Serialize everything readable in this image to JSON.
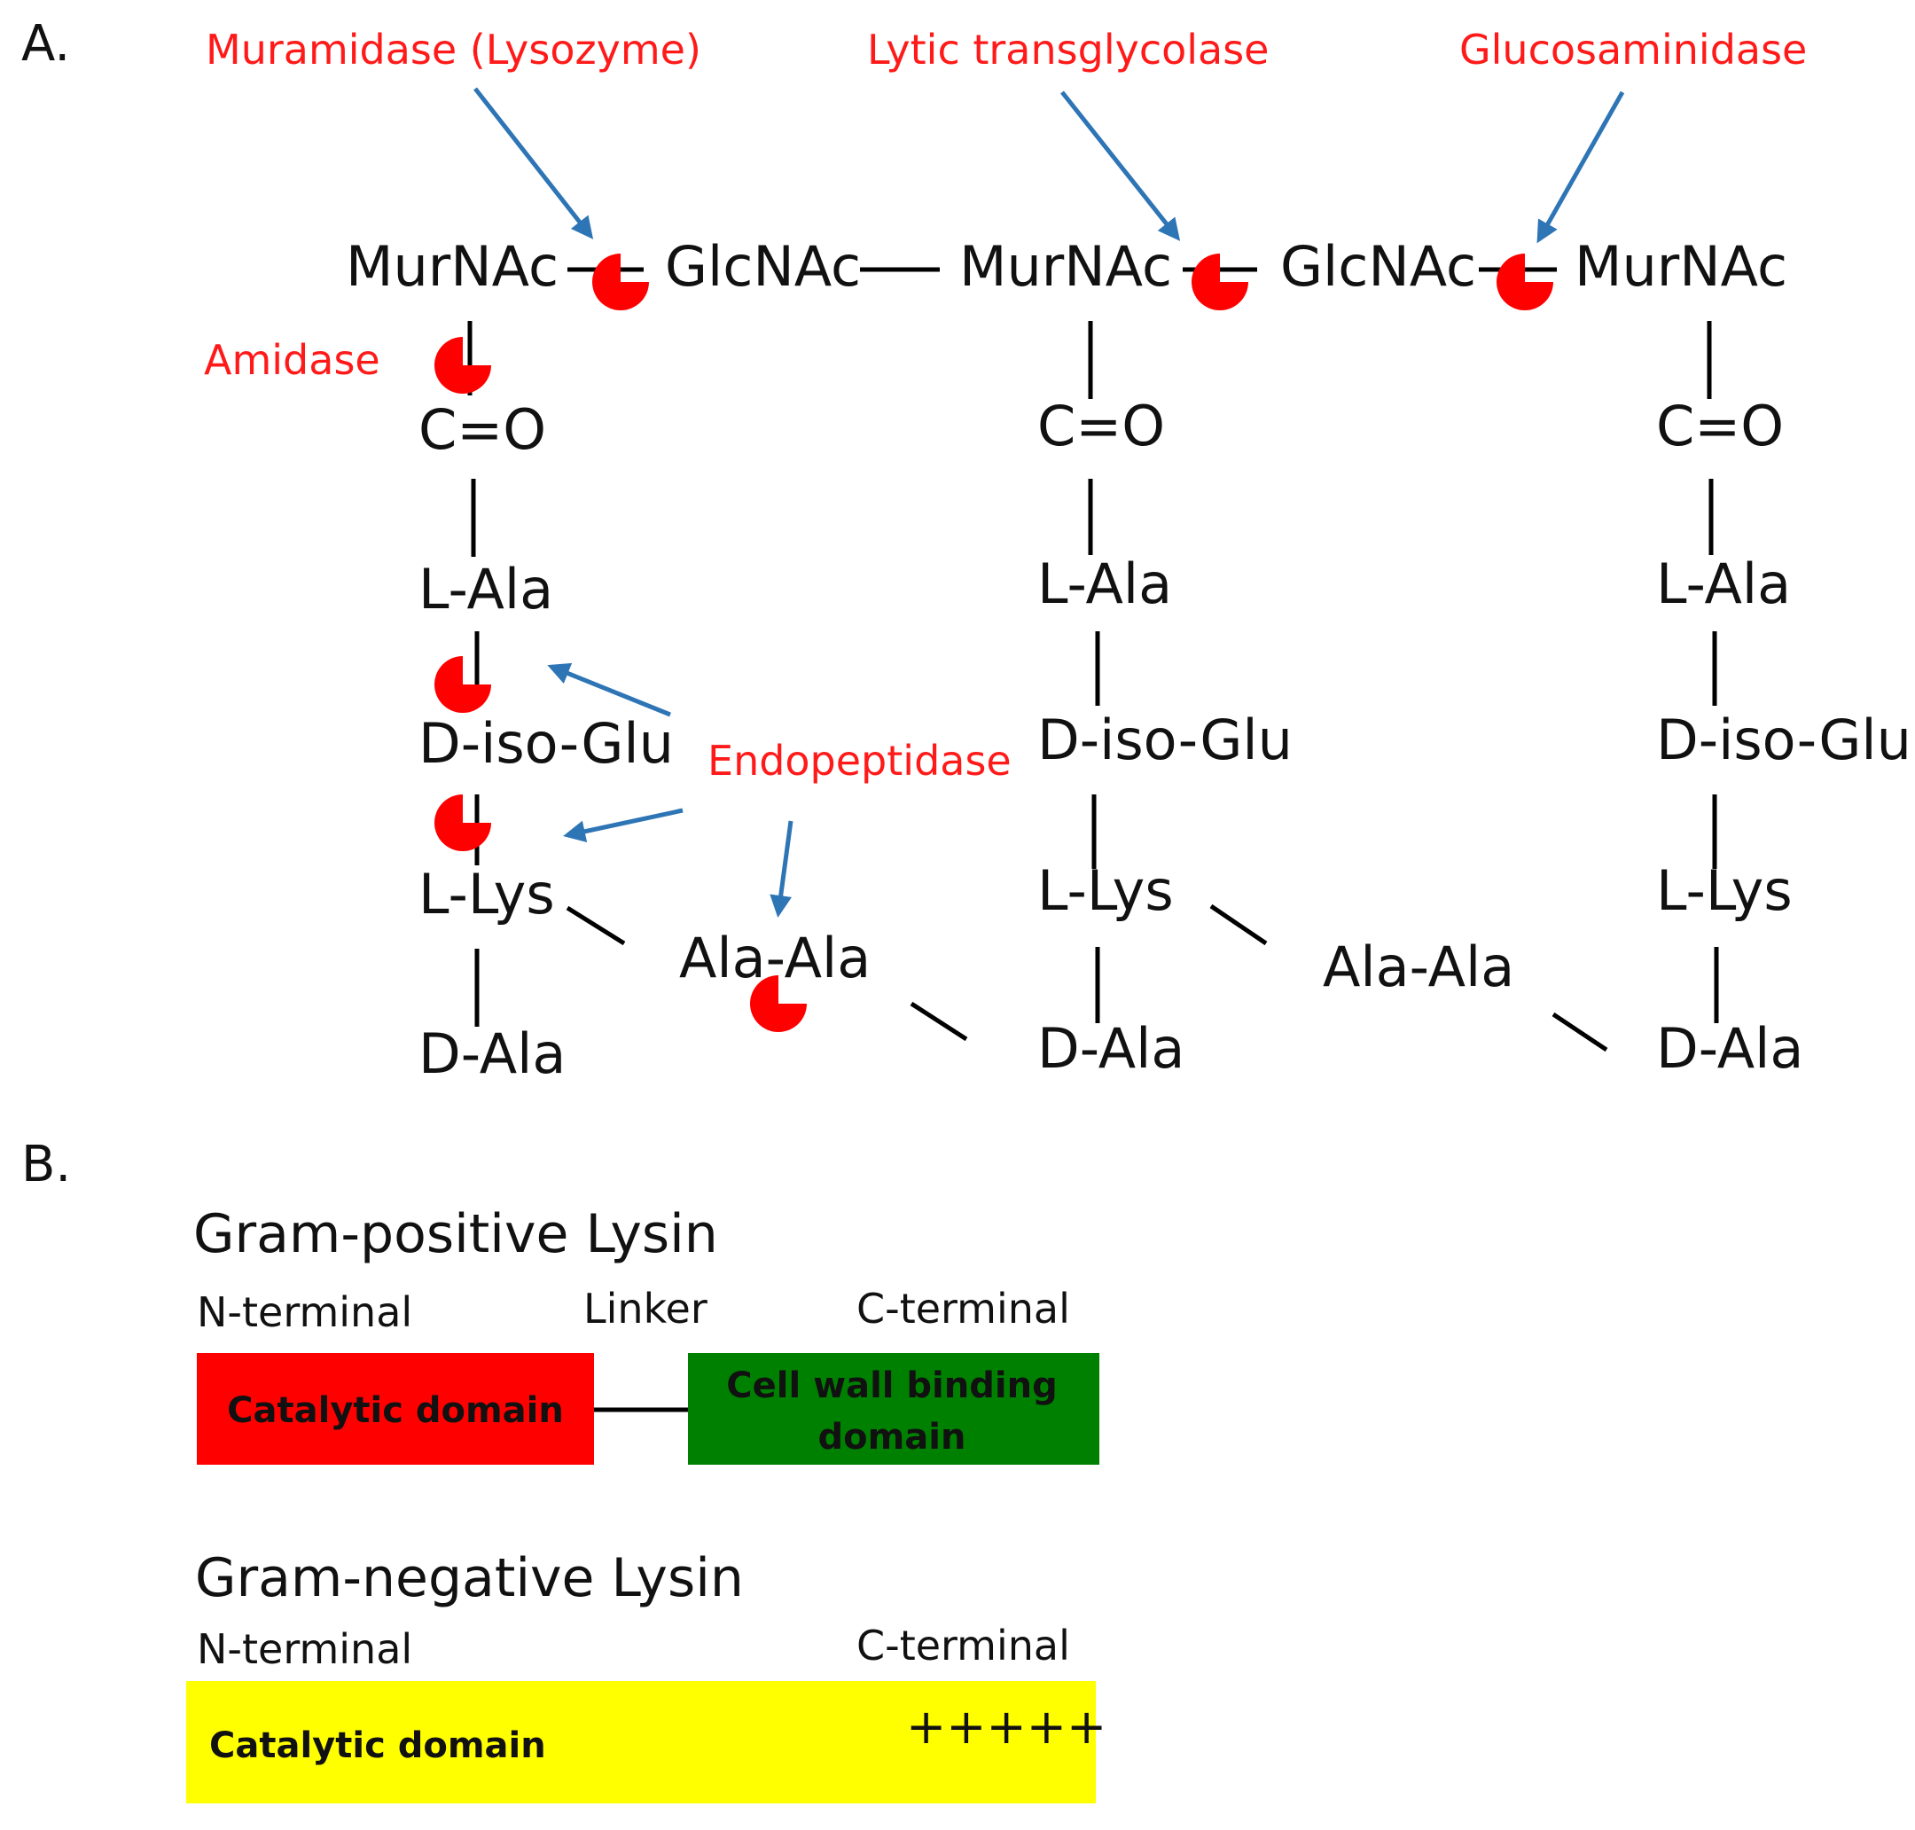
{
  "panels": {
    "a_label": "A.",
    "b_label": "B."
  },
  "enzymes": {
    "muramidase": "Muramidase (Lysozyme)",
    "lytic": "Lytic transglycolase",
    "glucosaminidase": "Glucosaminidase",
    "amidase": "Amidase",
    "endopeptidase": "Endopeptidase"
  },
  "glycan": {
    "murnac": "MurNAc",
    "glcnac": "GlcNAc"
  },
  "stem": {
    "co": "C=O",
    "lala": "L-Ala",
    "diso": "D-iso-Glu",
    "llys": "L-Lys",
    "dala": "D-Ala",
    "bridge": "Ala-Ala"
  },
  "gram_pos": {
    "title": "Gram-positive Lysin",
    "n_terminal": "N-terminal",
    "linker": "Linker",
    "c_terminal": "C-terminal",
    "catalytic": "Catalytic domain",
    "cwb_line1": "Cell wall binding",
    "cwb_line2": "domain",
    "catalytic_color": "#ff0000",
    "cwb_color": "#008000"
  },
  "gram_neg": {
    "title": "Gram-negative Lysin",
    "n_terminal": "N-terminal",
    "c_terminal": "C-terminal",
    "catalytic": "Catalytic domain",
    "charge": "+++++",
    "catalytic_color": "#ffff00"
  },
  "colors": {
    "enzyme_text": "#ff1a1a",
    "arrow": "#2e75b6",
    "cleavage_mark": "#ff0000"
  },
  "icons": {
    "cleavage": "pie-wedge-icon"
  }
}
